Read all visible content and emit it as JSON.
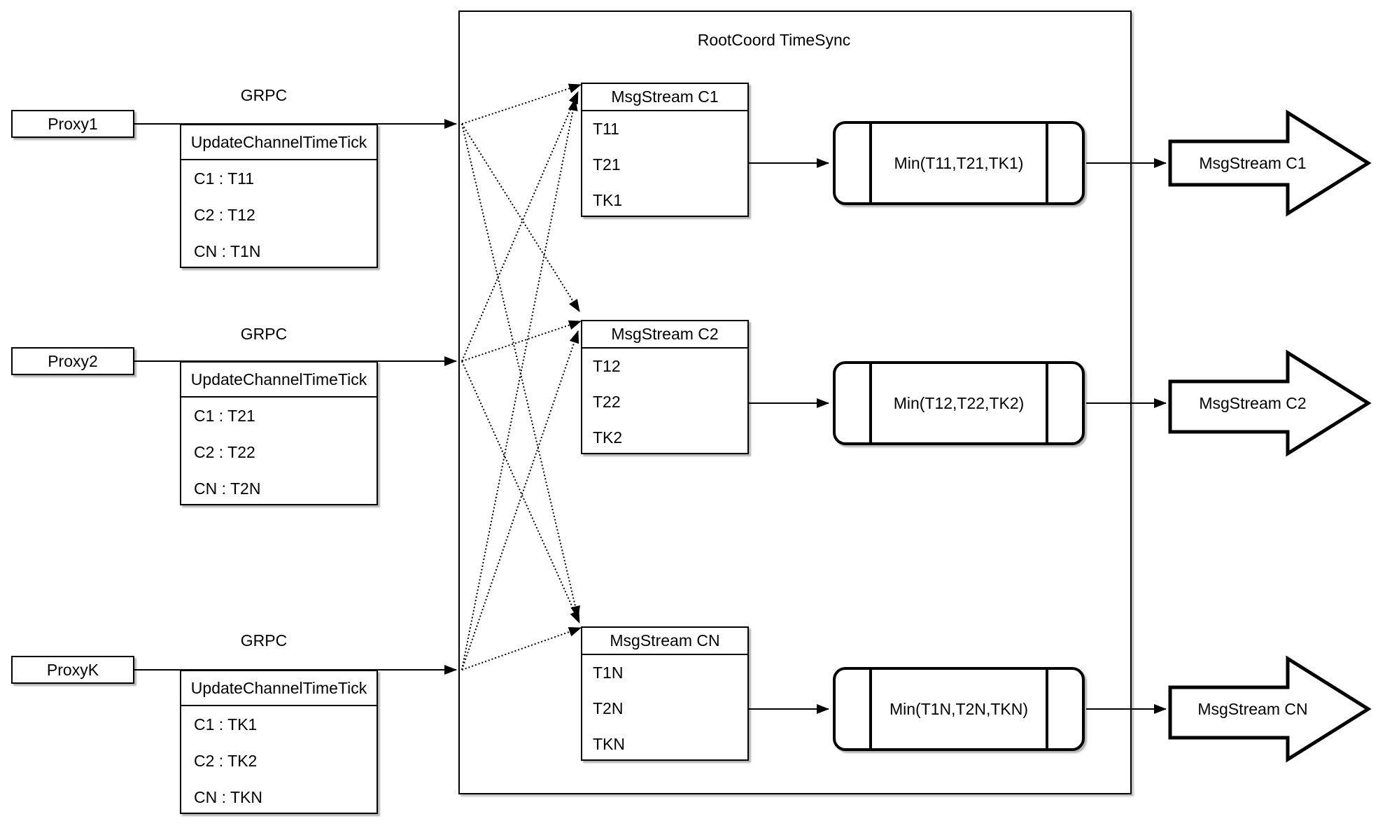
{
  "diagram": {
    "title": "RootCoord TimeSync",
    "grpc_label": "GRPC",
    "colors": {
      "stroke": "#000000",
      "fill": "#ffffff"
    },
    "proxies": [
      {
        "name": "Proxy1",
        "table_header": "UpdateChannelTimeTick",
        "rows": [
          "C1 :  T11",
          "C2 :  T12",
          "CN : T1N"
        ]
      },
      {
        "name": "Proxy2",
        "table_header": "UpdateChannelTimeTick",
        "rows": [
          "C1 :  T21",
          "C2 :  T22",
          "CN : T2N"
        ]
      },
      {
        "name": "ProxyK",
        "table_header": "UpdateChannelTimeTick",
        "rows": [
          "C1 :  TK1",
          "C2 :  TK2",
          "CN : TKN"
        ]
      }
    ],
    "streams": [
      {
        "header": "MsgStream C1",
        "rows": [
          "T11",
          "T21",
          "TK1"
        ],
        "min_label": "Min(T11,T21,TK1)",
        "out_label": "MsgStream C1"
      },
      {
        "header": "MsgStream C2",
        "rows": [
          "T12",
          "T22",
          "TK2"
        ],
        "min_label": "Min(T12,T22,TK2)",
        "out_label": "MsgStream C2"
      },
      {
        "header": "MsgStream CN",
        "rows": [
          "T1N",
          "T2N",
          "TKN"
        ],
        "min_label": "Min(T1N,T2N,TKN)",
        "out_label": "MsgStream CN"
      }
    ]
  }
}
